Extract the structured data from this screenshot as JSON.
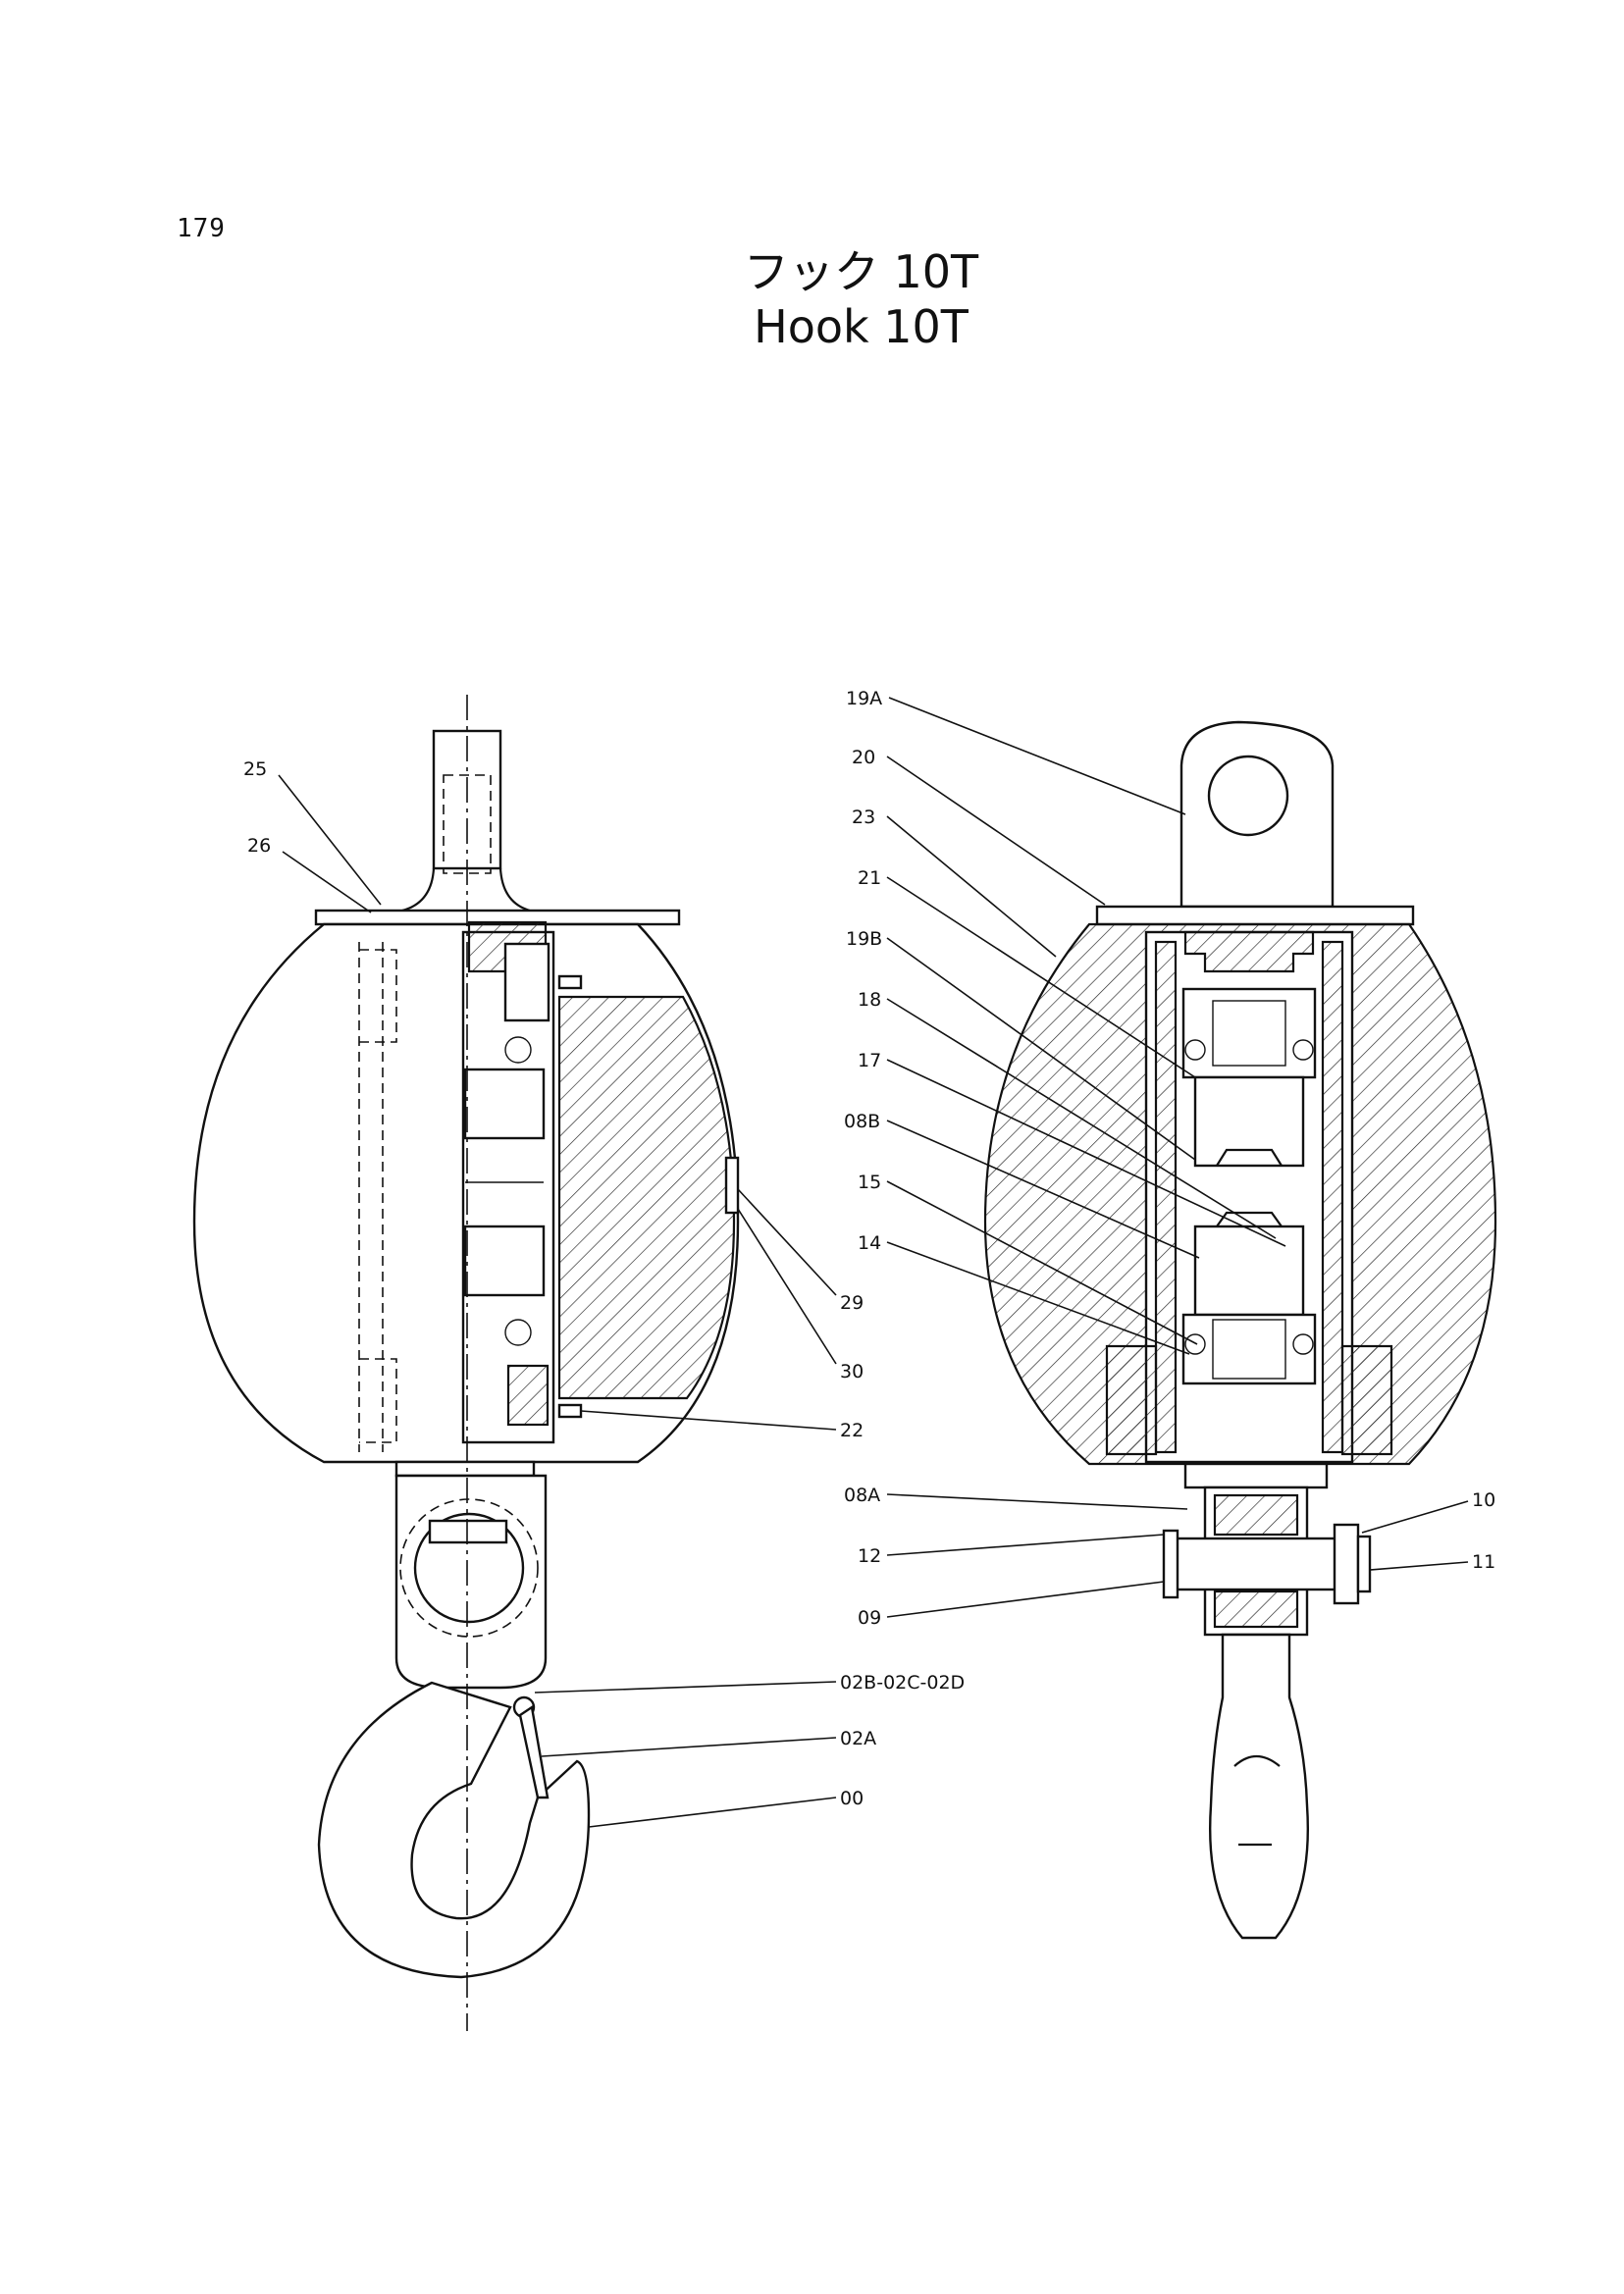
{
  "page": {
    "number": "179"
  },
  "title": {
    "japanese": "フック 10T",
    "english": "Hook 10T"
  },
  "callouts": [
    {
      "id": "25",
      "label": "25"
    },
    {
      "id": "26",
      "label": "26"
    },
    {
      "id": "29",
      "label": "29"
    },
    {
      "id": "30",
      "label": "30"
    },
    {
      "id": "22",
      "label": "22"
    },
    {
      "id": "02bcd",
      "label": "02B-02C-02D"
    },
    {
      "id": "02a",
      "label": "02A"
    },
    {
      "id": "00",
      "label": "00"
    },
    {
      "id": "19a",
      "label": "19A"
    },
    {
      "id": "20",
      "label": "20"
    },
    {
      "id": "23",
      "label": "23"
    },
    {
      "id": "21",
      "label": "21"
    },
    {
      "id": "19b",
      "label": "19B"
    },
    {
      "id": "18",
      "label": "18"
    },
    {
      "id": "17",
      "label": "17"
    },
    {
      "id": "08b",
      "label": "08B"
    },
    {
      "id": "15",
      "label": "15"
    },
    {
      "id": "14",
      "label": "14"
    },
    {
      "id": "08a",
      "label": "08A"
    },
    {
      "id": "12",
      "label": "12"
    },
    {
      "id": "09",
      "label": "09"
    },
    {
      "id": "10",
      "label": "10"
    },
    {
      "id": "11",
      "label": "11"
    }
  ]
}
